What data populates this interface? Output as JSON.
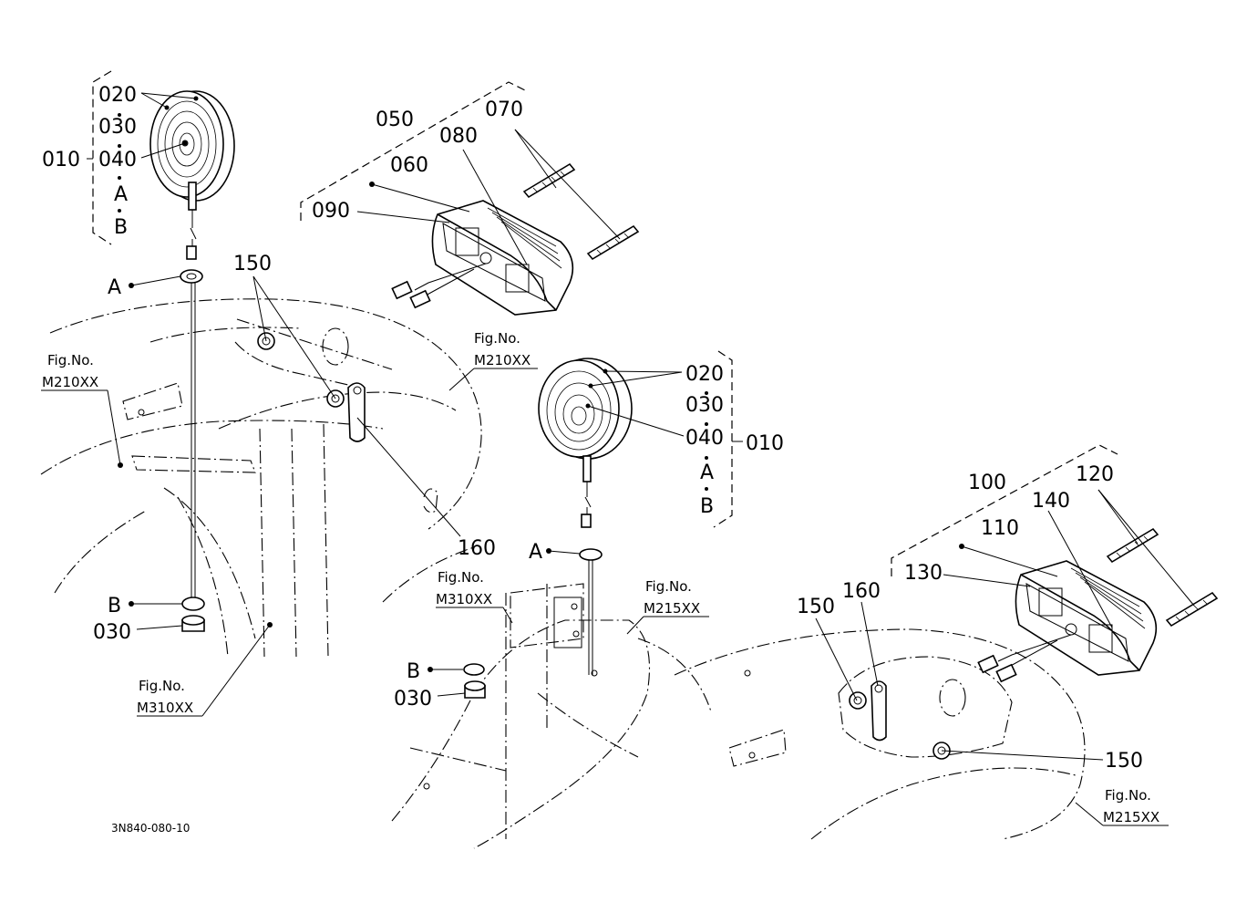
{
  "left_lamp": {
    "main": "010",
    "sub": [
      "020",
      "030",
      "040",
      "A",
      "B"
    ],
    "washer_a": "A",
    "washer_b": "B",
    "nut": "030"
  },
  "center_lamp": {
    "main": "010",
    "sub": [
      "020",
      "030",
      "040",
      "A",
      "B"
    ],
    "washer_a": "A",
    "washer_b": "B",
    "nut": "030"
  },
  "left_tail": {
    "group": "050",
    "bolt": "070",
    "lens": "080",
    "body": "060",
    "bracket": "090",
    "nut": "150",
    "plate": "160"
  },
  "right_tail": {
    "group": "100",
    "bolt": "120",
    "lens": "140",
    "body": "110",
    "bracket": "130",
    "nut_a": "150",
    "plate": "160",
    "nut_b": "150"
  },
  "fig_refs": [
    {
      "prefix": "Fig.No.",
      "code": "M210XX"
    },
    {
      "prefix": "Fig.No.",
      "code": "M210XX"
    },
    {
      "prefix": "Fig.No.",
      "code": "M310XX"
    },
    {
      "prefix": "Fig.No.",
      "code": "M310XX"
    },
    {
      "prefix": "Fig.No.",
      "code": "M215XX"
    },
    {
      "prefix": "Fig.No.",
      "code": "M215XX"
    }
  ],
  "drawing_no": "3N840-080-10"
}
